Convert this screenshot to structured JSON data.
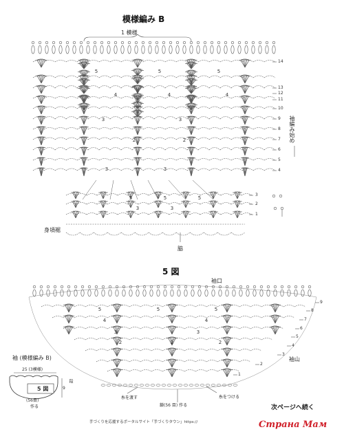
{
  "patternB": {
    "title": "模様編み B",
    "repeat_label": "1 模様",
    "row_numbers_upper": [
      "14",
      "13",
      "12",
      "11",
      "10",
      "9",
      "8",
      "7",
      "6",
      "5",
      "4"
    ],
    "sleeve_start_label": "袖編み始め",
    "row_numbers_lower": [
      "3",
      "2",
      "1"
    ],
    "body_hem_label": "身頃裾",
    "side_label": "脇"
  },
  "fig5": {
    "title": "5 図",
    "sleeve_opening_label": "袖口",
    "sleeve_cap_label": "袖山",
    "row_numbers": [
      "9",
      "8",
      "7",
      "6",
      "5",
      "4",
      "3",
      "2",
      "1"
    ],
    "pass_yarn_label": "糸を渡す",
    "attach_yarn_label": "糸をつける",
    "chain_label": "鎖(56 目) 作る",
    "cont_label": "次ページへ続く"
  },
  "sleeve": {
    "title": "袖 (模様編み B)",
    "width_label": "25 (3模様)",
    "fig_ref": "5 図",
    "rows_label": "9",
    "rows_unit": "段",
    "chain_label": "(56目)",
    "make_label": "作る"
  },
  "footer": {
    "text": "手づくりを応援するポータルサイト「手づくりタウン」https://"
  },
  "watermark": "Страна Мам"
}
